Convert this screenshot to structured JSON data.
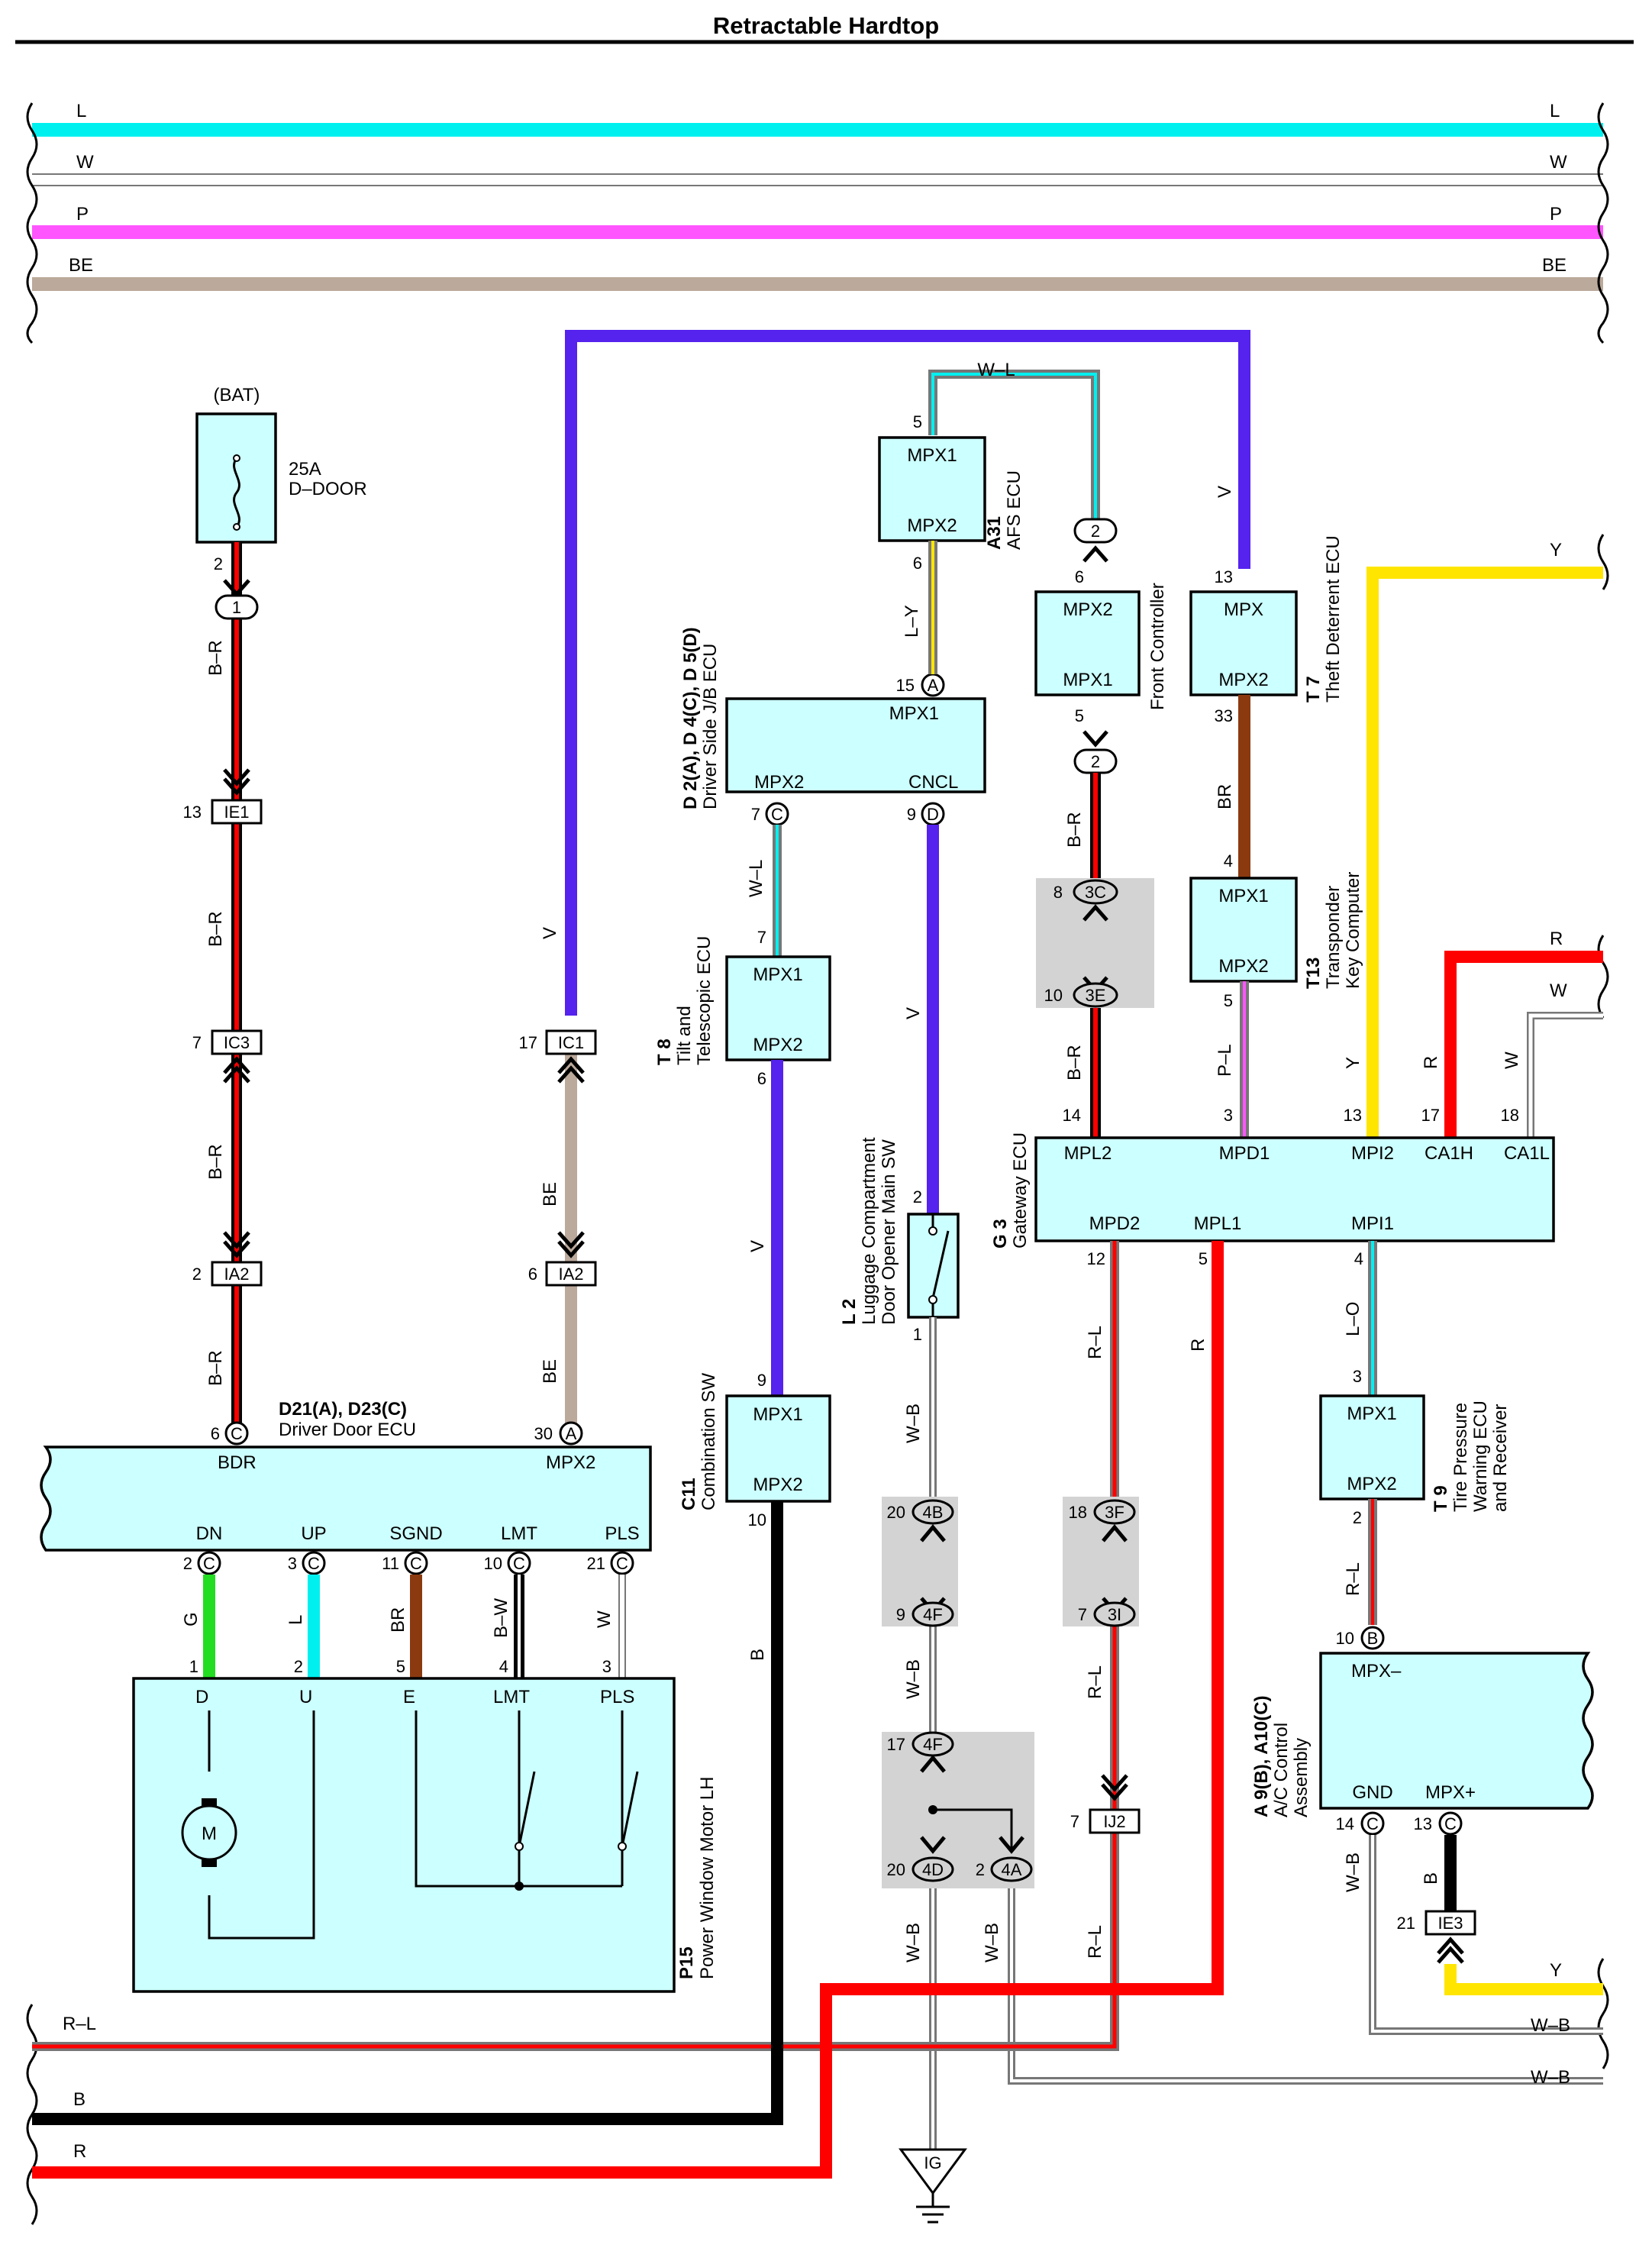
{
  "title": "Retractable Hardtop",
  "colors": {
    "L": "#00f0f0",
    "W": "#ffffff",
    "P": "#ff55ff",
    "BE": "#bba99b",
    "V": "#5522ee",
    "Y": "#ffe500",
    "R": "#ff0000",
    "BR": "#8b3a10",
    "G": "#22dd22",
    "B": "#000000",
    "box": "#ccffff"
  },
  "bus_lines": [
    {
      "name": "L"
    },
    {
      "name": "W"
    },
    {
      "name": "P"
    },
    {
      "name": "BE"
    }
  ],
  "bottom_lines": [
    {
      "name": "R-L",
      "label": "R–L"
    },
    {
      "name": "B",
      "label": "B"
    },
    {
      "name": "R",
      "label": "R"
    }
  ],
  "fuse": {
    "source": "(BAT)",
    "rating": "25A",
    "name": "D–DOOR"
  },
  "wire_labels": {
    "b_r": "B–R",
    "v": "V",
    "be": "BE",
    "w_l": "W–L",
    "l_y": "L–Y",
    "br": "BR",
    "p_l": "P–L",
    "y": "Y",
    "r": "R",
    "w": "W",
    "w_b": "W–B",
    "r_l": "R–L",
    "l_o": "L–O",
    "b": "B",
    "g": "G",
    "l": "L",
    "b_w": "B–W"
  },
  "connectors": {
    "ie1": "IE1",
    "ic3": "IC3",
    "ia2": "IA2",
    "ic1": "IC1",
    "ij2": "IJ2",
    "ie3": "IE3",
    "c_3c": "3C",
    "c_3e": "3E",
    "c_3f": "3F",
    "c_3i": "3I",
    "c_4b": "4B",
    "c_4f": "4F",
    "c_4d": "4D",
    "c_4a": "4A",
    "ground": "IG"
  },
  "components": {
    "driver_door_ecu": {
      "id": "D21(A), D23(C)",
      "name": "Driver Door ECU",
      "pins": [
        "BDR",
        "MPX2",
        "DN",
        "UP",
        "SGND",
        "LMT",
        "PLS"
      ]
    },
    "window_motor": {
      "id": "P15",
      "name": "Power Window Motor LH",
      "pins": [
        "D",
        "U",
        "E",
        "LMT",
        "PLS"
      ],
      "motor": "M"
    },
    "driver_jb_ecu": {
      "id": "D 2(A), D 4(C), D 5(D)",
      "name": "Driver Side J/B ECU",
      "pins": [
        "MPX1",
        "MPX2",
        "CNCL"
      ]
    },
    "afs_ecu": {
      "id": "A31",
      "name": "AFS ECU",
      "pins": [
        "MPX1",
        "MPX2"
      ]
    },
    "front_controller": {
      "name": "Front Controller",
      "pins": [
        "MPX2",
        "MPX1"
      ]
    },
    "theft_ecu": {
      "id": "T 7",
      "name": "Theft Deterrent ECU",
      "pins": [
        "MPX",
        "MPX2"
      ]
    },
    "transponder": {
      "id": "T13",
      "name": "Transponder",
      "name2": "Key Computer",
      "pins": [
        "MPX1",
        "MPX2"
      ]
    },
    "tilt_ecu": {
      "id": "T 8",
      "name": "Tilt and",
      "name2": "Telescopic ECU",
      "pins": [
        "MPX1",
        "MPX2"
      ]
    },
    "combination_sw": {
      "id": "C11",
      "name": "Combination SW",
      "pins": [
        "MPX1",
        "MPX2"
      ]
    },
    "luggage_sw": {
      "id": "L 2",
      "name": "Luggage Compartment",
      "name2": "Door Opener Main SW"
    },
    "gateway_ecu": {
      "id": "G 3",
      "name": "Gateway ECU",
      "pins": [
        "MPL2",
        "MPD1",
        "MPI2",
        "CA1H",
        "CA1L",
        "MPD2",
        "MPL1",
        "MPI1"
      ]
    },
    "tire_ecu": {
      "id": "T 9",
      "name": "Tire Pressure",
      "name2": "Warning ECU",
      "name3": "and Receiver",
      "pins": [
        "MPX1",
        "MPX2"
      ]
    },
    "ac_assembly": {
      "id": "A 9(B), A10(C)",
      "name": "A/C Control",
      "name2": "Assembly",
      "pins": [
        "MPX–",
        "GND",
        "MPX+"
      ]
    }
  }
}
